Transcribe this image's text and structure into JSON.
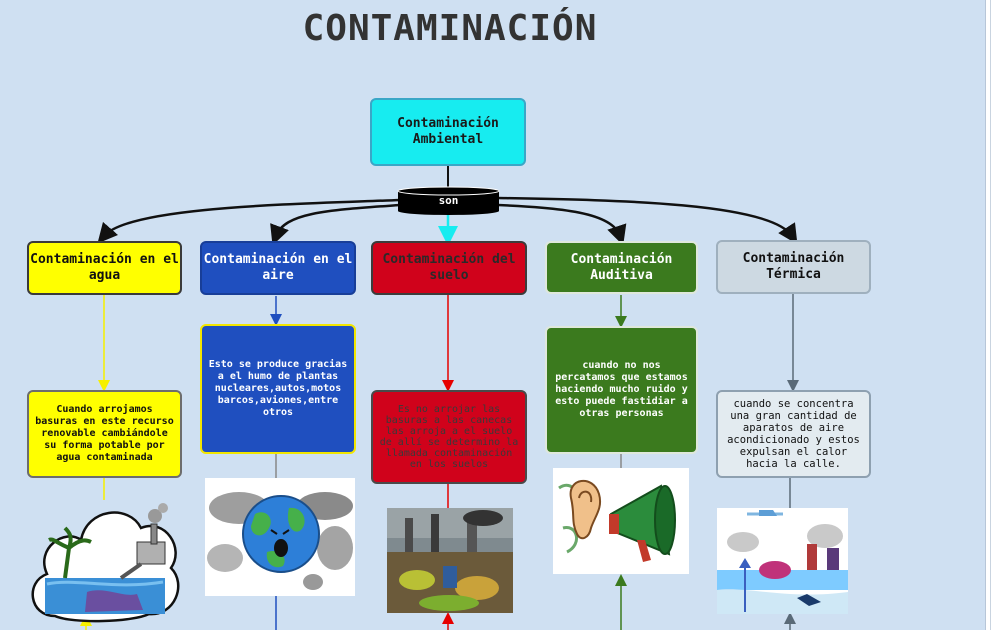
{
  "title": "CONTAMINACIÓN",
  "root": {
    "label": "Contaminación Ambiental",
    "color": "#17ecf0"
  },
  "connector": {
    "label": "son"
  },
  "branches": [
    {
      "id": "agua",
      "header": "Contaminación en el agua",
      "header_color": "#ffff00",
      "header_text_color": "#111111",
      "desc": "Cuando arrojamos basuras en este recurso renovable cambiándole su forma potable por agua contaminada",
      "desc_color": "#ffff00",
      "desc_text_color": "#111111",
      "line_color": "#f6f000",
      "image_icon": "polluted-water-illustration-icon"
    },
    {
      "id": "aire",
      "header": "Contaminación en el aire",
      "header_color": "#1f4fbf",
      "header_text_color": "#ffffff",
      "desc": "Esto se produce gracias a el humo de plantas nucleares,autos,motos barcos,aviones,entre otros",
      "desc_color": "#1f4fbf",
      "desc_text_color": "#ffffff",
      "line_color": "#1f4fbf",
      "image_icon": "sick-earth-smog-icon"
    },
    {
      "id": "suelo",
      "header": "Contaminación del suelo",
      "header_color": "#d0021b",
      "header_text_color": "#2a2a2a",
      "desc": "Es no arrojar las basuras a las canecas las arroja a el suelo de allí se determino la llamada contaminación en los suelos",
      "desc_color": "#d0021b",
      "desc_text_color": "#3a3a3a",
      "line_color": "#e60000",
      "image_icon": "polluted-ground-factory-icon"
    },
    {
      "id": "auditiva",
      "header": "Contaminación Auditiva",
      "header_color": "#3b7a1e",
      "header_text_color": "#ffffff",
      "desc": "cuando no nos percatamos que estamos haciendo mucho ruido y esto puede fastidiar a otras personas",
      "desc_color": "#3b7a1e",
      "desc_text_color": "#ffffff",
      "line_color": "#3b7a1e",
      "image_icon": "ear-megaphone-noise-icon"
    },
    {
      "id": "termica",
      "header": "Contaminación Térmica",
      "header_color": "#cdd9e2",
      "header_text_color": "#111111",
      "desc": "cuando se concentra una gran cantidad de aparatos de aire acondicionado y estos expulsan el calor hacia la calle.",
      "desc_color": "#e3ebf0",
      "desc_text_color": "#111111",
      "line_color": "#5a6a78",
      "image_icon": "city-heat-pollution-icon"
    }
  ]
}
